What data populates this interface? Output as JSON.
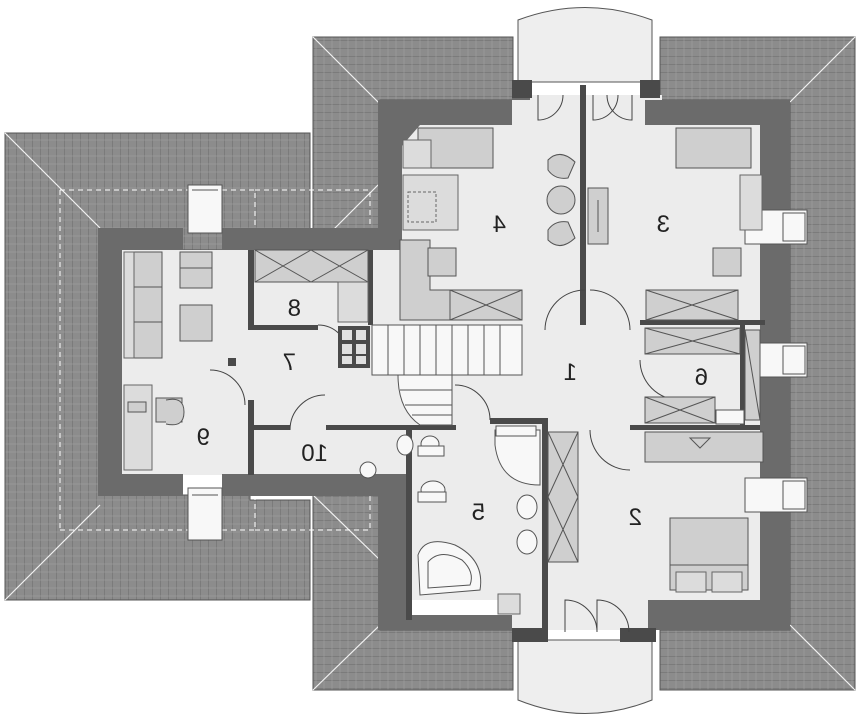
{
  "plan": {
    "rooms": [
      {
        "id": "room-1",
        "label": "1"
      },
      {
        "id": "room-2",
        "label": "2"
      },
      {
        "id": "room-3",
        "label": "3"
      },
      {
        "id": "room-4",
        "label": "4"
      },
      {
        "id": "room-5",
        "label": "5"
      },
      {
        "id": "room-6",
        "label": "6"
      },
      {
        "id": "room-7",
        "label": "7"
      },
      {
        "id": "room-8",
        "label": "8"
      },
      {
        "id": "room-9",
        "label": "9"
      },
      {
        "id": "room-10",
        "label": "10"
      }
    ]
  },
  "colors": {
    "roof": "#8c8c8c",
    "wall": "#6b6b6b",
    "floor": "#ececec",
    "furniture": "#cfcfcf"
  }
}
